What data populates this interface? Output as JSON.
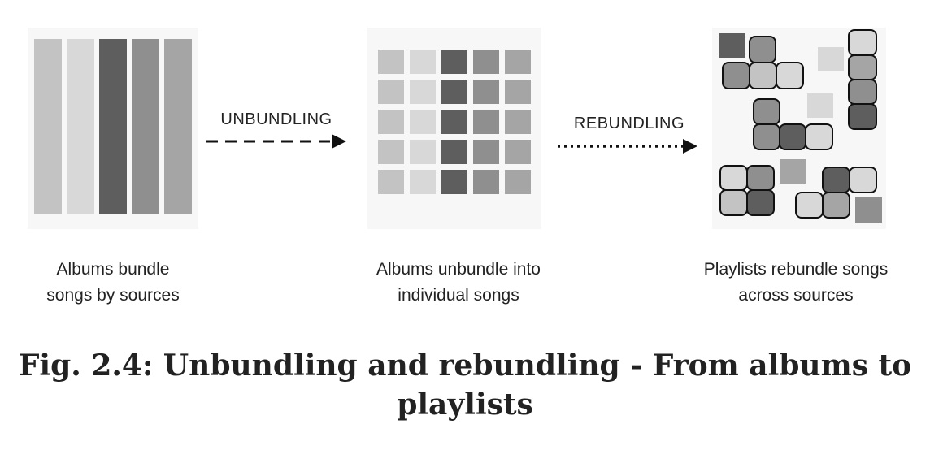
{
  "diagram": {
    "arrows": {
      "unbundling_label": "UNBUNDLING",
      "rebundling_label": "REBUNDLING"
    },
    "captions": {
      "albums": [
        "Albums bundle",
        "songs by sources"
      ],
      "songs": [
        "Albums unbundle into",
        "individual songs"
      ],
      "playlists": [
        "Playlists rebundle songs",
        "across sources"
      ]
    },
    "figure_title": [
      "Fig. 2.4: Unbundling and rebundling - From albums to",
      "playlists"
    ],
    "colors": {
      "source_shades": [
        "#c3c3c3",
        "#d8d8d8",
        "#5e5e5e",
        "#8f8f8f",
        "#a5a5a5"
      ],
      "panel_background": "#f7f7f7",
      "text": "#222222"
    }
  }
}
